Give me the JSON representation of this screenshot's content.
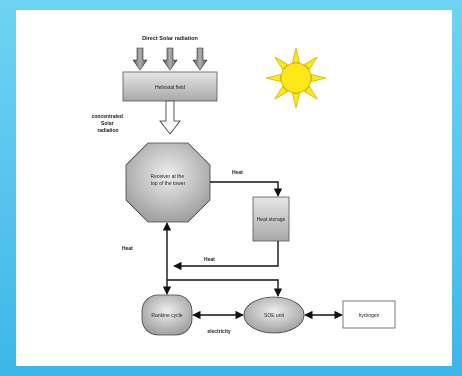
{
  "diagram": {
    "direct_radiation_label": "Direct Solar radiation",
    "heliostat_field_label": "Heliostat field",
    "concentrated_radiation_label": [
      "concentrated",
      "Solar",
      "radiation"
    ],
    "receiver_label": [
      "Receiver at the",
      "top of the tower"
    ],
    "heat_storage_label": "Heat storage",
    "rankine_cycle_label": "Rankine cycle",
    "soe_unit_label": "SOE unit",
    "hydrogen_label": "hydrogen",
    "heat_label_1": "Heat",
    "heat_label_2": "Heat",
    "heat_label_3": "Heat",
    "electricity_label": "electricity",
    "colors": {
      "sun_fill": "#ffe81a",
      "sun_stroke": "#d4b800",
      "box_fill": "#c8c8c8",
      "box_stroke": "#555555"
    }
  }
}
